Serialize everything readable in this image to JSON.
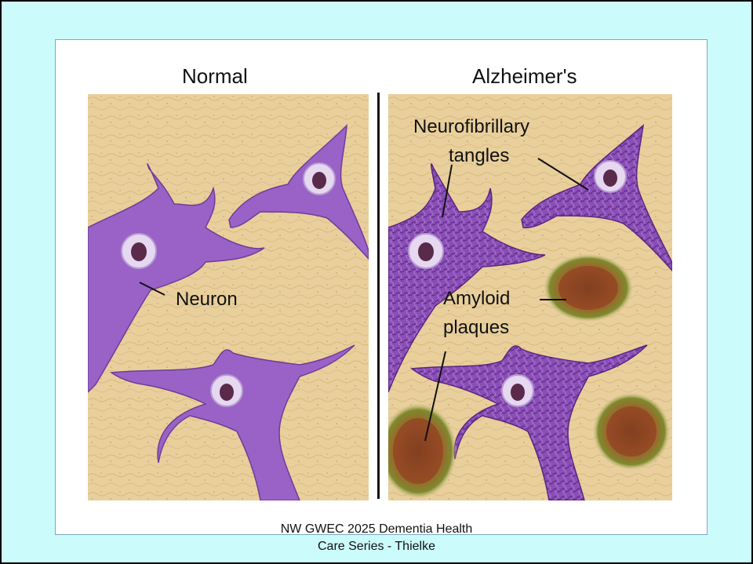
{
  "figure": {
    "normal_title": "Normal",
    "alzheimers_title": "Alzheimer's",
    "labels": {
      "neuron": "Neuron",
      "tangles_line1": "Neurofibrillary",
      "tangles_line2": "tangles",
      "amyloid_line1": "Amyloid",
      "amyloid_line2": "plaques"
    }
  },
  "footer": {
    "line1": "NW GWEC 2025 Dementia Health",
    "line2": "Care Series - Thielke"
  },
  "colors": {
    "background": "#ccfbfb",
    "tissue": "#e8cf9c",
    "neuron": "#9a62c6",
    "neuron_dark": "#6f3c99",
    "plaque": "#a85a2a"
  }
}
